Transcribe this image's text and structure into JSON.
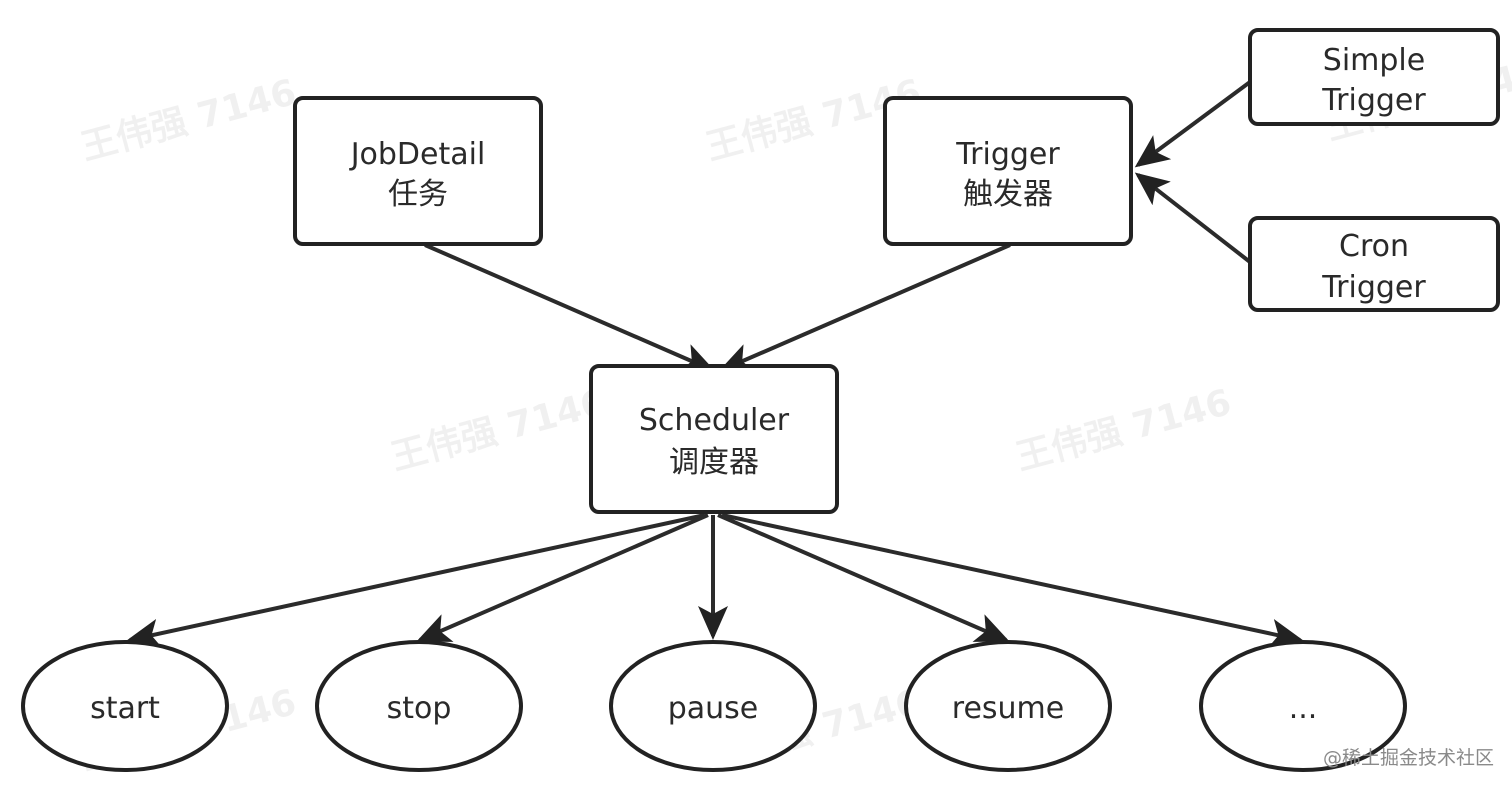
{
  "watermark": "王伟强 7146",
  "source_credit": "@稀土掘金技术社区",
  "nodes": {
    "jobdetail": {
      "line1": "JobDetail",
      "line2": "任务"
    },
    "trigger": {
      "line1": "Trigger",
      "line2": "触发器"
    },
    "simple_trigger": {
      "line1": "Simple",
      "line2": "Trigger"
    },
    "cron_trigger": {
      "line1": "Cron",
      "line2": "Trigger"
    },
    "scheduler": {
      "line1": "Scheduler",
      "line2": "调度器"
    },
    "start": {
      "label": "start"
    },
    "stop": {
      "label": "stop"
    },
    "pause": {
      "label": "pause"
    },
    "resume": {
      "label": "resume"
    },
    "more": {
      "label": "..."
    }
  },
  "edges": [
    {
      "from": "jobdetail",
      "to": "scheduler"
    },
    {
      "from": "trigger",
      "to": "scheduler"
    },
    {
      "from": "simple_trigger",
      "to": "trigger"
    },
    {
      "from": "cron_trigger",
      "to": "trigger"
    },
    {
      "from": "scheduler",
      "to": "start"
    },
    {
      "from": "scheduler",
      "to": "stop"
    },
    {
      "from": "scheduler",
      "to": "pause"
    },
    {
      "from": "scheduler",
      "to": "resume"
    },
    {
      "from": "scheduler",
      "to": "more"
    }
  ]
}
